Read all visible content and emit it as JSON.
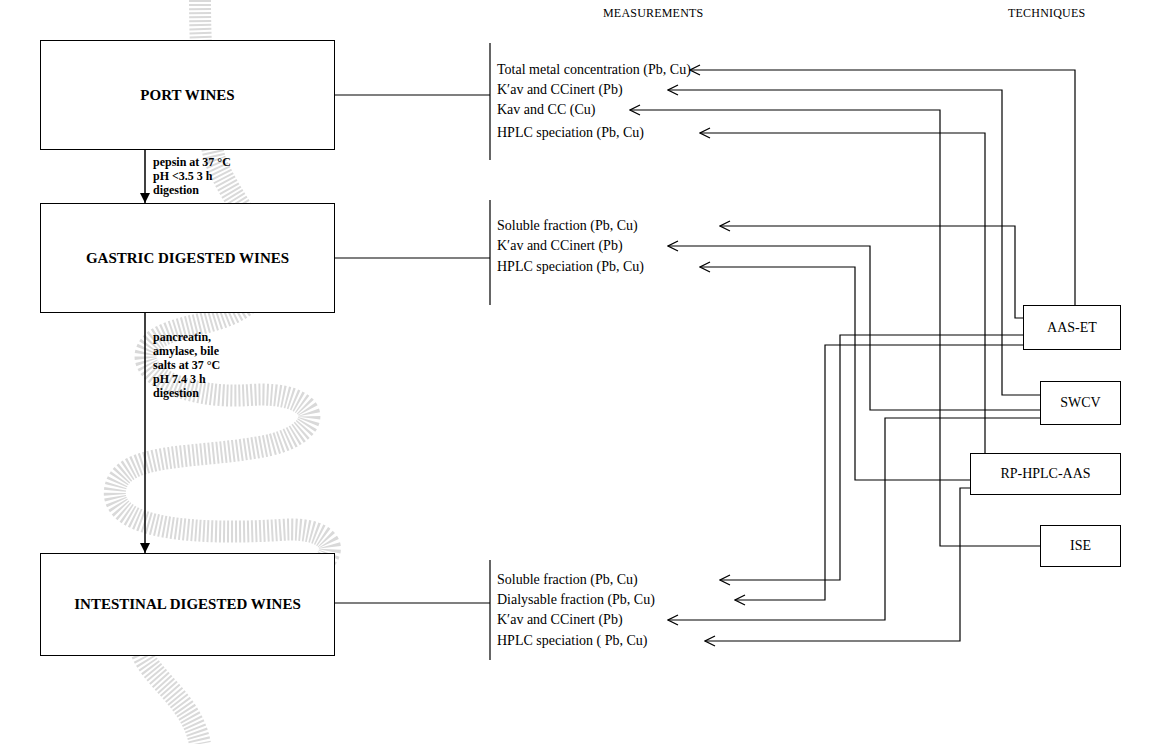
{
  "diagram": {
    "nodes": [
      {
        "text": [
          "PORT WINES"
        ]
      },
      {
        "text": [
          "GASTRIC DIGESTED WINES"
        ]
      },
      {
        "text": [
          "INTESTINAL DIGESTED WINES"
        ]
      },
      {
        "text": [
          "AAS-ET"
        ]
      },
      {
        "text": [
          "SWCV"
        ]
      },
      {
        "text": [
          "RP-HPLC-AAS"
        ]
      },
      {
        "text": [
          "ISE"
        ]
      }
    ],
    "edges": [
      {
        "from": 0,
        "to": 1,
        "arrow": "to",
        "label": "pepsin at 37 °C pH <3.5 3 h digestion"
      },
      {
        "from": 1,
        "to": 2,
        "arrow": "to",
        "label": "pancreatin, amylase, bile salts at 37 °C pH 7.4 3 h digestion"
      }
    ],
    "labels": [
      "MEASUREMENTS",
      "TECHNIQUES",
      "Total metal concentration (Pb, Cu)",
      "K′av and CCinert (Pb)",
      "Kav and CC (Cu)",
      "HPLC speciation (Pb, Cu)",
      "Soluble fraction (Pb, Cu)",
      "K′av and CCinert (Pb)",
      "HPLC speciation (Pb, Cu)",
      "Soluble fraction (Pb, Cu)",
      "Dialysable fraction (Pb, Cu)",
      "K′av and CCinert (Pb)",
      "HPLC speciation ( Pb, Cu)"
    ]
  }
}
